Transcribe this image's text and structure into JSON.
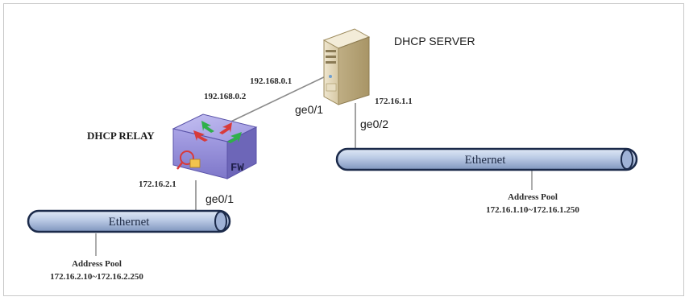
{
  "server": {
    "label": "DHCP SERVER",
    "ip_to_relay": "192.168.0.1",
    "ip_ge02": "172.16.1.1",
    "port_to_relay": "ge0/1",
    "port_to_lan": "ge0/2"
  },
  "relay": {
    "label": "DHCP RELAY",
    "device_text": "FW",
    "ip_to_server": "192.168.0.2",
    "ip_to_lan": "172.16.2.1",
    "port_to_lan": "ge0/1"
  },
  "lan_right": {
    "label": "Ethernet",
    "pool_title": "Address Pool",
    "pool_range": "172.16.1.10~172.16.1.250"
  },
  "lan_left": {
    "label": "Ethernet",
    "pool_title": "Address Pool",
    "pool_range": "172.16.2.10~172.16.2.250"
  },
  "colors": {
    "link": "#8a8a8a",
    "bus_fill": "#b9c9e4",
    "bus_stroke": "#1b2a4a",
    "router_body": "#8f88d6"
  }
}
